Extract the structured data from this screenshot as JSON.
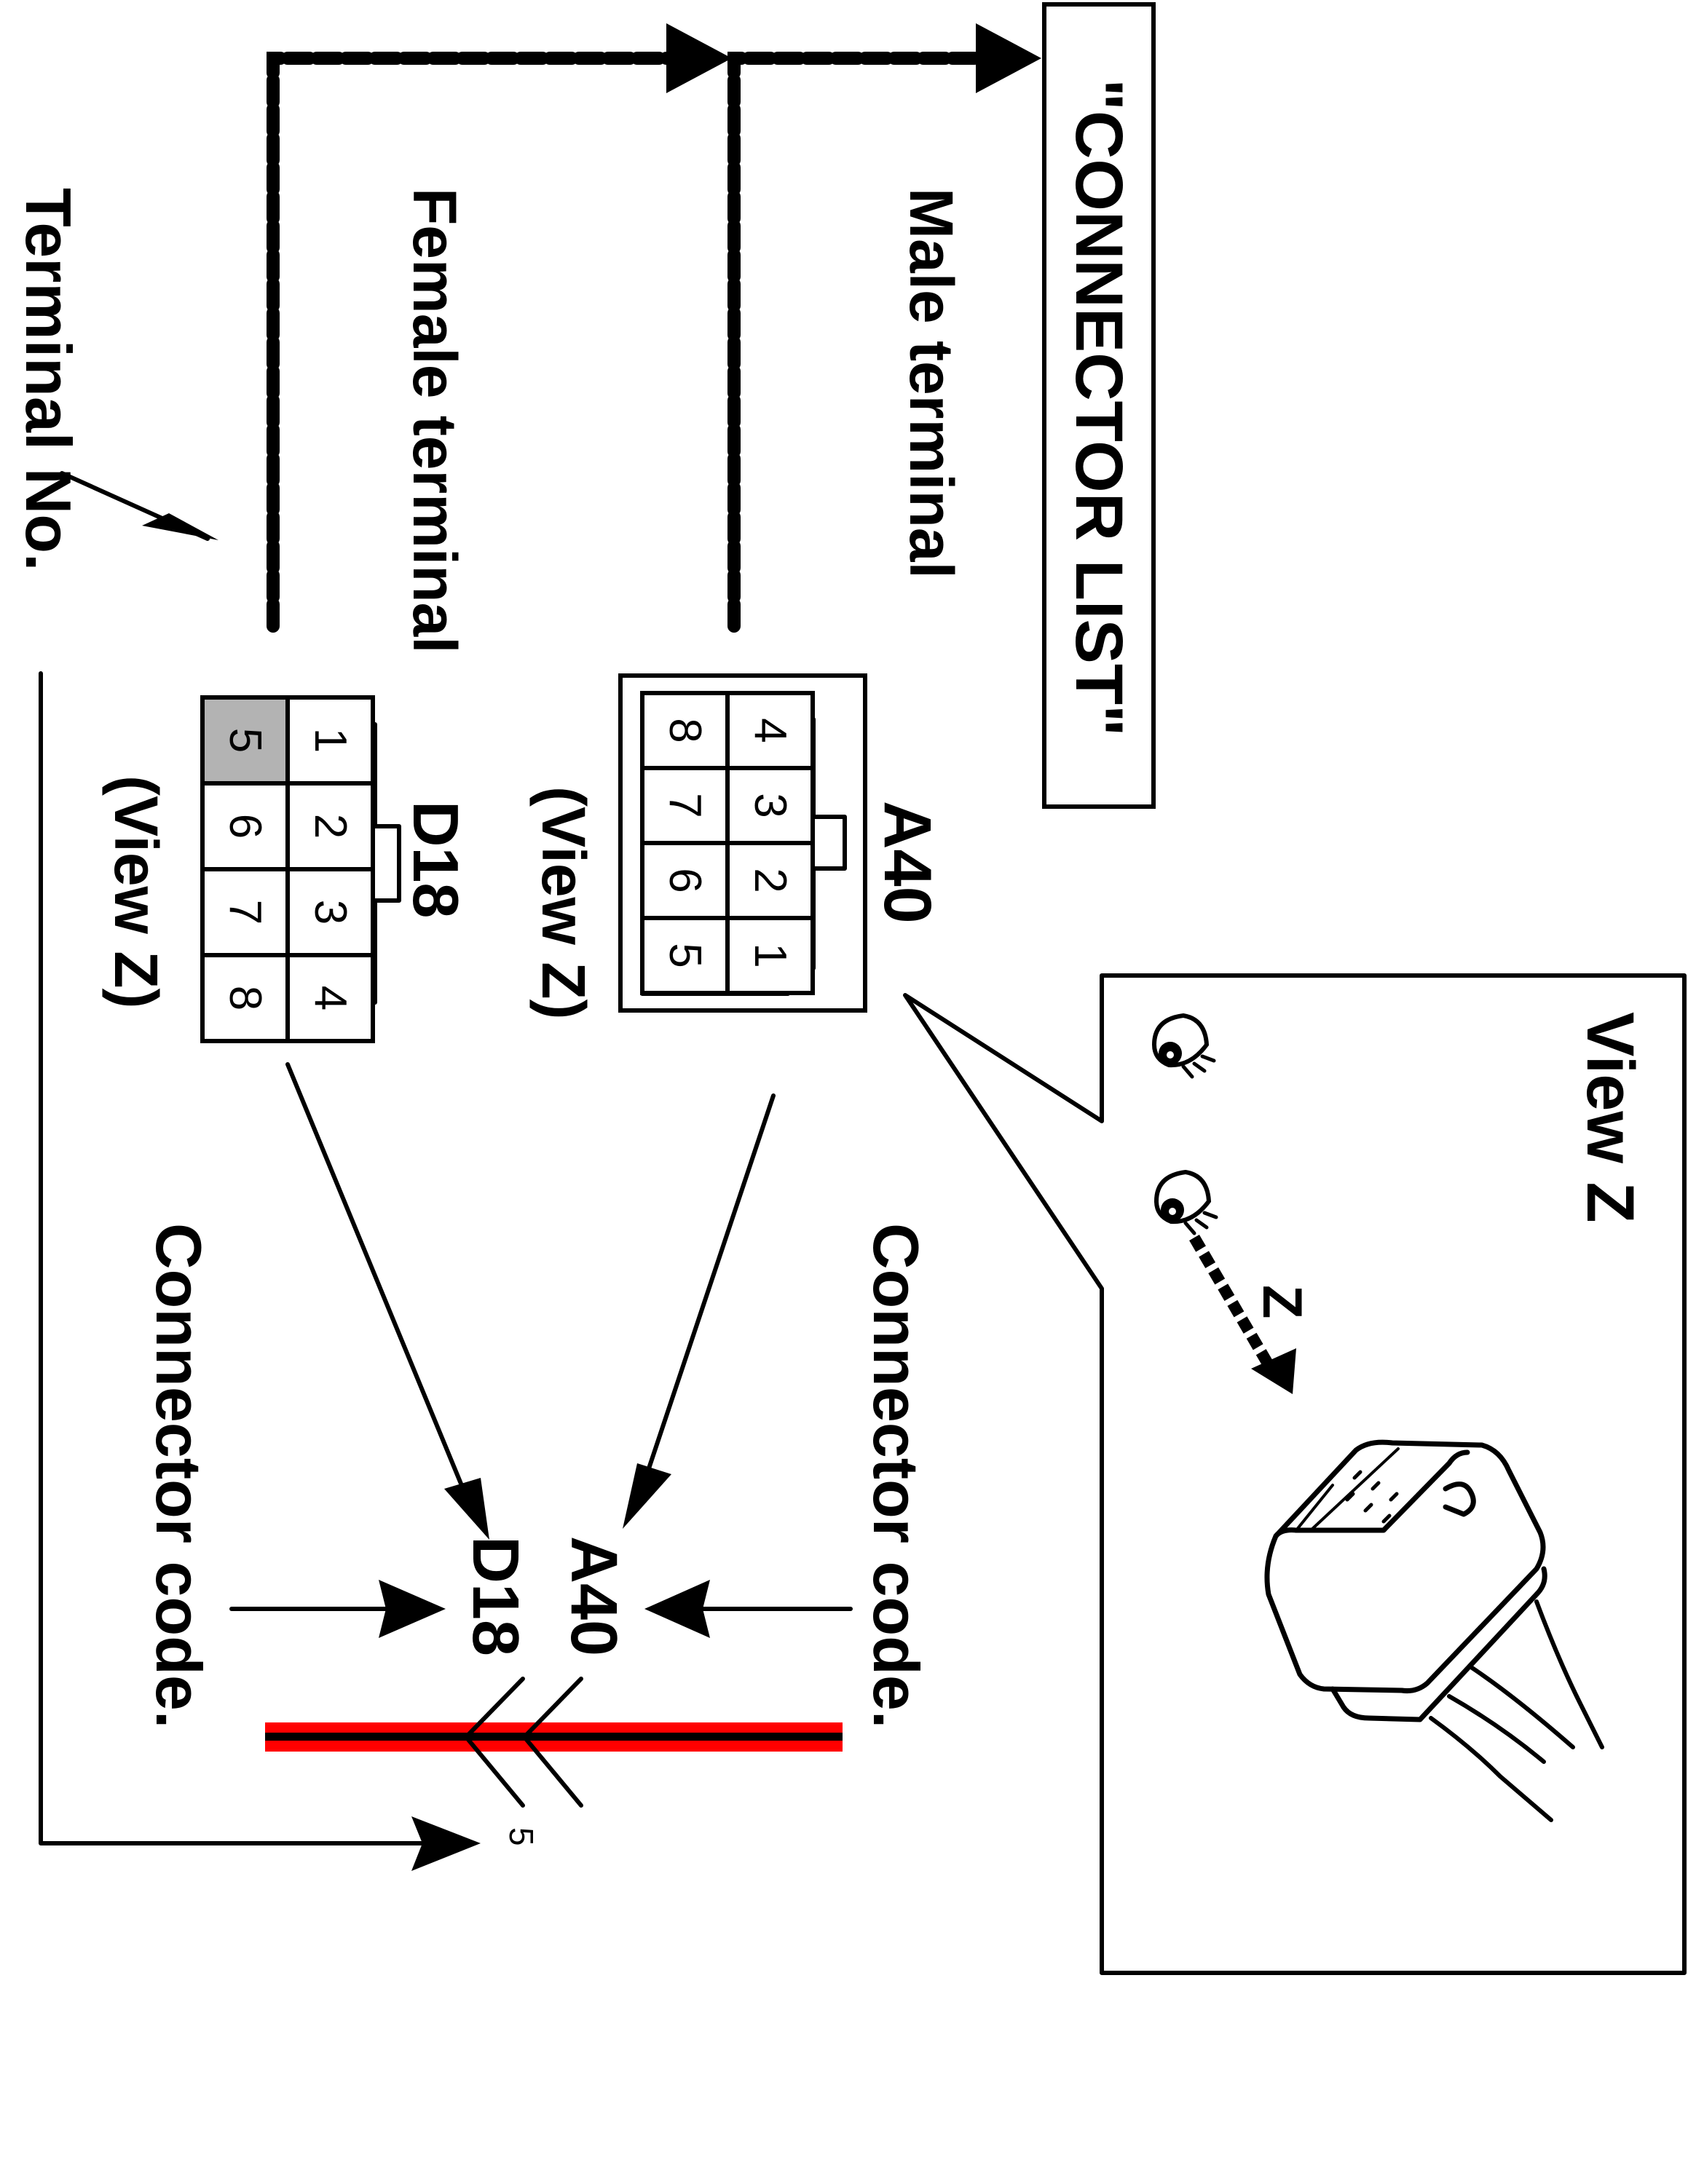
{
  "labels": {
    "connector_list": "\"CONNECTOR LIST\"",
    "male_terminal": "Male terminal",
    "female_terminal": "Female terminal",
    "terminal_no": "Terminal No.",
    "view_z_panel_title": "View Z",
    "view_z_arrow_label": "Z",
    "connector_code_right": "Connector code.",
    "connector_code_left": "Connector code."
  },
  "connectors": {
    "male": {
      "code": "A40",
      "view": "(View Z)",
      "grid": [
        [
          "4",
          "3",
          "2",
          "1"
        ],
        [
          "8",
          "7",
          "6",
          "5"
        ]
      ]
    },
    "female": {
      "code": "D18",
      "view": "(View Z)",
      "grid": [
        [
          "1",
          "2",
          "3",
          "4"
        ],
        [
          "5",
          "6",
          "7",
          "8"
        ]
      ],
      "highlighted_terminal": "5"
    }
  },
  "wire": {
    "codes": [
      "A40",
      "D18"
    ],
    "terminal_no": "5",
    "colors": {
      "outer": "#ff0000",
      "stripe": "#000000"
    }
  },
  "colors": {
    "highlight_cell": "#b3b3b3",
    "ink": "#000000",
    "background": "#ffffff"
  }
}
